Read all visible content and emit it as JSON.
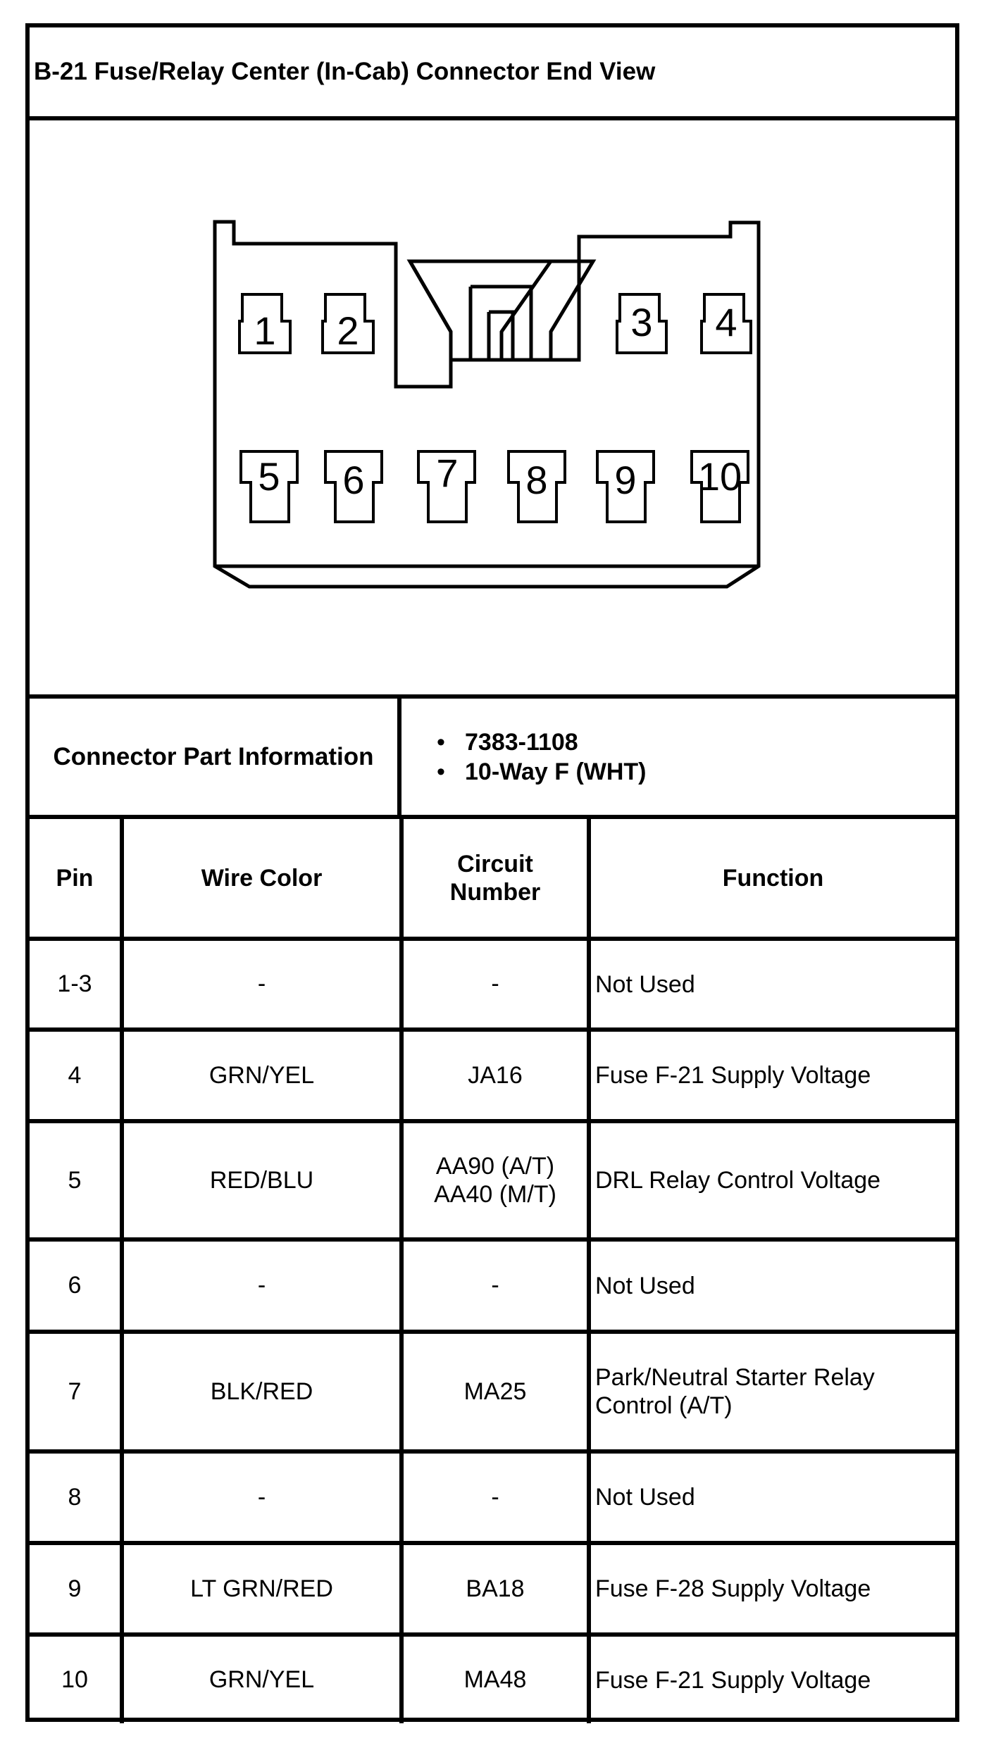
{
  "title": "B-21 Fuse/Relay Center (In-Cab) Connector End View",
  "diagram": {
    "pin_labels": [
      "1",
      "2",
      "3",
      "4",
      "5",
      "6",
      "7",
      "8",
      "9",
      "10"
    ]
  },
  "part_info": {
    "label": "Connector Part Information",
    "items": [
      "7383-1108",
      "10-Way F (WHT)"
    ]
  },
  "table": {
    "headers": {
      "pin": "Pin",
      "wire_color": "Wire Color",
      "circuit_line1": "Circuit",
      "circuit_line2": "Number",
      "function": "Function"
    },
    "rows": [
      {
        "pin": "1-3",
        "wire": "-",
        "circuit": [
          "-"
        ],
        "function": [
          "Not Used"
        ]
      },
      {
        "pin": "4",
        "wire": "GRN/YEL",
        "circuit": [
          "JA16"
        ],
        "function": [
          "Fuse F-21 Supply Voltage"
        ]
      },
      {
        "pin": "5",
        "wire": "RED/BLU",
        "circuit": [
          "AA90 (A/T)",
          "AA40 (M/T)"
        ],
        "function": [
          "DRL Relay Control Voltage"
        ]
      },
      {
        "pin": "6",
        "wire": "-",
        "circuit": [
          "-"
        ],
        "function": [
          "Not Used"
        ]
      },
      {
        "pin": "7",
        "wire": "BLK/RED",
        "circuit": [
          "MA25"
        ],
        "function": [
          "Park/Neutral Starter Relay",
          "Control (A/T)"
        ]
      },
      {
        "pin": "8",
        "wire": "-",
        "circuit": [
          "-"
        ],
        "function": [
          "Not Used"
        ]
      },
      {
        "pin": "9",
        "wire": "LT GRN/RED",
        "circuit": [
          "BA18"
        ],
        "function": [
          "Fuse F-28 Supply Voltage"
        ]
      },
      {
        "pin": "10",
        "wire": "GRN/YEL",
        "circuit": [
          "MA48"
        ],
        "function": [
          "Fuse F-21 Supply Voltage"
        ]
      }
    ]
  }
}
